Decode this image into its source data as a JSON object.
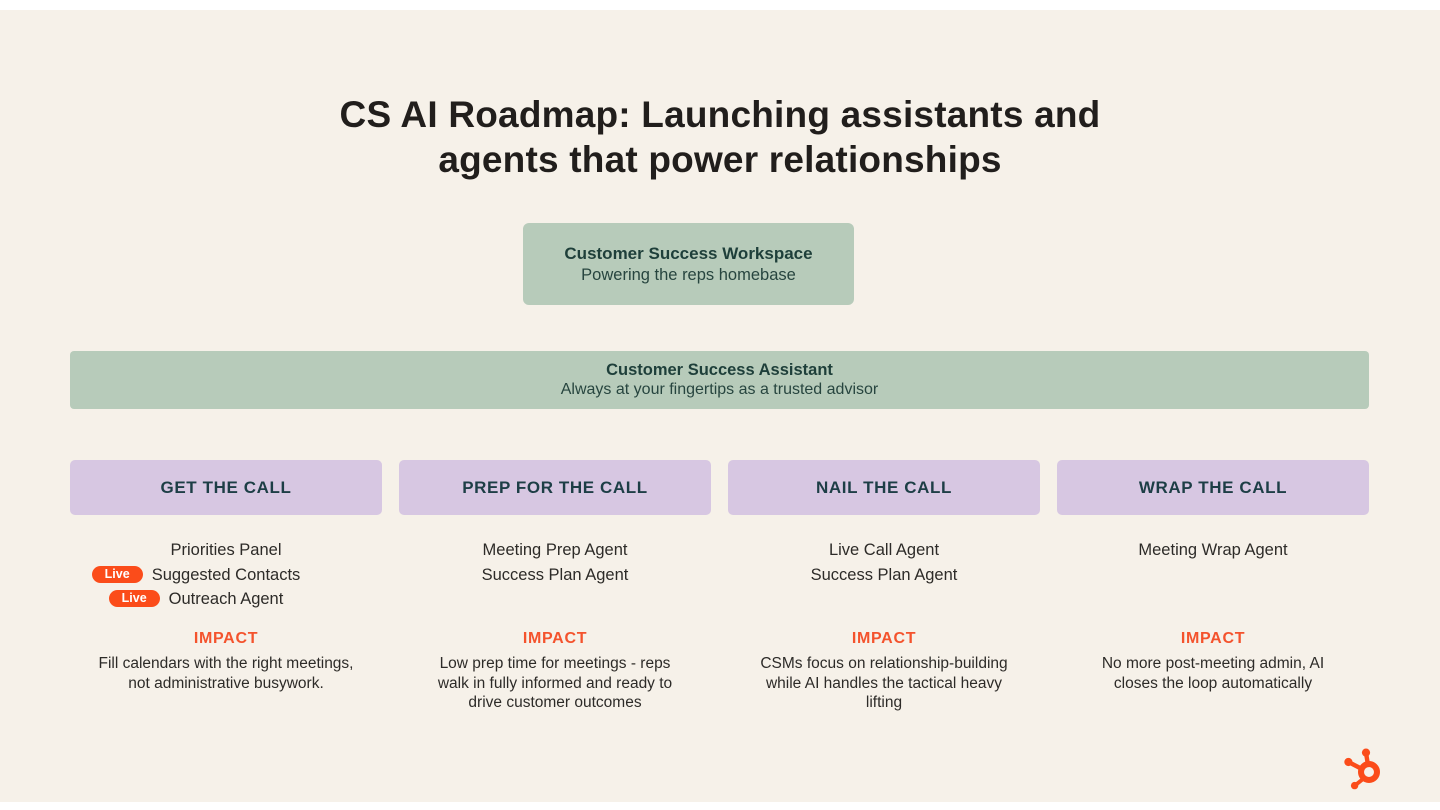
{
  "colors": {
    "page_bg": "#ffffff",
    "slide_bg": "#f6f1e9",
    "sage_green": "#b7cbba",
    "lavender": "#d7c7e2",
    "header_teal": "#1d3e46",
    "green_box_text": "#1e3f3a",
    "body_text": "#2d2b28",
    "title_text": "#211e1c",
    "badge_orange": "#fb4c1a",
    "impact_orange": "#f4532d"
  },
  "title": {
    "lines": [
      "CS AI Roadmap: Launching assistants and",
      "agents that power relationships"
    ]
  },
  "workspace_box": {
    "title": "Customer Success Workspace",
    "subtitle": "Powering the reps homebase"
  },
  "assistant_bar": {
    "title": "Customer Success Assistant",
    "subtitle": "Always at your fingertips as a trusted advisor"
  },
  "columns": [
    {
      "header": "GET THE CALL",
      "items": [
        {
          "label": "Priorities Panel"
        },
        {
          "label": "Suggested Contacts",
          "badge": "Live"
        },
        {
          "label": "Outreach Agent",
          "badge": "Live"
        }
      ],
      "impact_label": "IMPACT",
      "impact_lines": [
        "Fill calendars with the right meetings,",
        "not administrative busywork."
      ]
    },
    {
      "header": "PREP FOR THE CALL",
      "items": [
        {
          "label": "Meeting Prep Agent"
        },
        {
          "label": "Success Plan Agent"
        }
      ],
      "impact_label": "IMPACT",
      "impact_lines": [
        "Low prep time for meetings - reps",
        "walk in fully informed and ready to",
        "drive customer outcomes"
      ]
    },
    {
      "header": "NAIL THE CALL",
      "items": [
        {
          "label": "Live Call Agent"
        },
        {
          "label": "Success Plan Agent"
        }
      ],
      "impact_label": "IMPACT",
      "impact_lines": [
        "CSMs focus on relationship-building",
        "while AI handles the tactical heavy",
        "lifting"
      ]
    },
    {
      "header": "WRAP THE CALL",
      "items": [
        {
          "label": "Meeting Wrap Agent"
        }
      ],
      "impact_label": "IMPACT",
      "impact_lines": [
        "No more post-meeting admin, AI",
        "closes the loop automatically"
      ]
    }
  ],
  "logo": {
    "icon": "hubspot-sprocket-icon",
    "color": "#fb4c1a"
  }
}
